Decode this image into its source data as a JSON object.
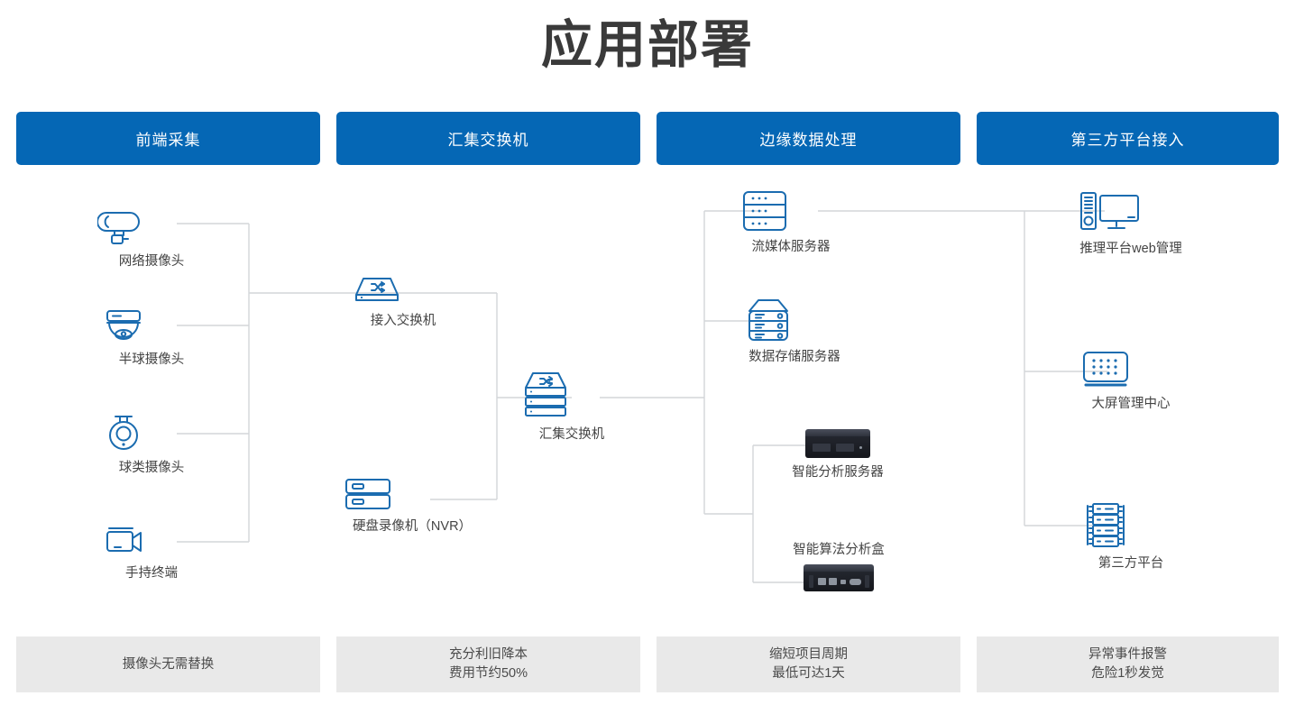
{
  "page": {
    "title": "应用部署",
    "accent_color": "#0567b5",
    "icon_color": "#1b6cb0",
    "wire_color": "#d3d6d9",
    "footer_bg": "#e9e9e9",
    "title_color": "#3a3a3a"
  },
  "columns": [
    {
      "id": "front-end-capture",
      "header": "前端采集"
    },
    {
      "id": "aggregation-switch",
      "header": "汇集交换机"
    },
    {
      "id": "edge-data-process",
      "header": "边缘数据处理"
    },
    {
      "id": "third-party-access",
      "header": "第三方平台接入"
    }
  ],
  "nodes": {
    "col1": [
      {
        "id": "ip-camera",
        "label": "网络摄像头",
        "icon": "bullet-camera-icon"
      },
      {
        "id": "dome-camera",
        "label": "半球摄像头",
        "icon": "dome-camera-icon"
      },
      {
        "id": "ptz-camera",
        "label": "球类摄像头",
        "icon": "ptz-camera-icon"
      },
      {
        "id": "handheld-term",
        "label": "手持终端",
        "icon": "camcorder-icon"
      }
    ],
    "col2": [
      {
        "id": "access-switch",
        "label": "接入交换机",
        "icon": "network-switch-icon"
      },
      {
        "id": "nvr",
        "label": "硬盘录像机（NVR）",
        "icon": "nvr-icon"
      }
    ],
    "mid": [
      {
        "id": "aggregation-switch-node",
        "label": "汇集交换机",
        "icon": "stacked-switch-icon"
      }
    ],
    "col3": [
      {
        "id": "streaming-server",
        "label": "流媒体服务器",
        "icon": "rack-server-icon"
      },
      {
        "id": "storage-server",
        "label": "数据存储服务器",
        "icon": "storage-server-icon"
      },
      {
        "id": "ai-analysis-server",
        "label": "智能分析服务器",
        "icon": "analysis-server-photo"
      },
      {
        "id": "ai-algorithm-box",
        "label": "智能算法分析盒",
        "icon": "edge-box-photo"
      }
    ],
    "col4": [
      {
        "id": "inference-web",
        "label": "推理平台web管理",
        "icon": "desktop-pc-icon"
      },
      {
        "id": "video-wall",
        "label": "大屏管理中心",
        "icon": "video-wall-icon"
      },
      {
        "id": "third-party-plat",
        "label": "第三方平台",
        "icon": "server-rack-icon"
      }
    ]
  },
  "footer": [
    {
      "id": "no-camera-replacement",
      "line1": "摄像头无需替换",
      "line2": ""
    },
    {
      "id": "cost-reduction",
      "line1": "充分利旧降本",
      "line2": "费用节约50%"
    },
    {
      "id": "shorter-cycle",
      "line1": "缩短项目周期",
      "line2": "最低可达1天"
    },
    {
      "id": "event-alarm",
      "line1": "异常事件报警",
      "line2": "危险1秒发觉"
    }
  ]
}
